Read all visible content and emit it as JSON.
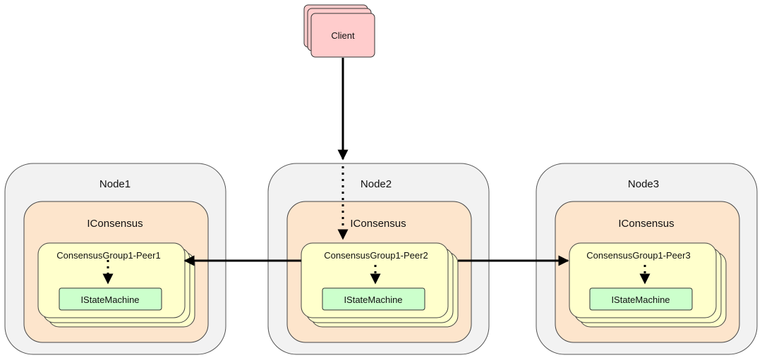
{
  "client": {
    "label": "Client",
    "fill": "#ffcccc",
    "stroke": "#333333"
  },
  "nodes": [
    {
      "label": "Node1",
      "consensus_label": "IConsensus",
      "peer_label": "ConsensusGroup1-Peer1",
      "state_label": "IStateMachine"
    },
    {
      "label": "Node2",
      "consensus_label": "IConsensus",
      "peer_label": "ConsensusGroup1-Peer2",
      "state_label": "IStateMachine"
    },
    {
      "label": "Node3",
      "consensus_label": "IConsensus",
      "peer_label": "ConsensusGroup1-Peer3",
      "state_label": "IStateMachine"
    }
  ],
  "colors": {
    "node_fill": "#f2f2f2",
    "node_stroke": "#555555",
    "consensus_fill": "#fde5cc",
    "consensus_stroke": "#444444",
    "peer_fill": "#ffffcc",
    "peer_stroke": "#444444",
    "state_fill": "#ccffcc",
    "state_stroke": "#333333",
    "edge": "#000000"
  }
}
